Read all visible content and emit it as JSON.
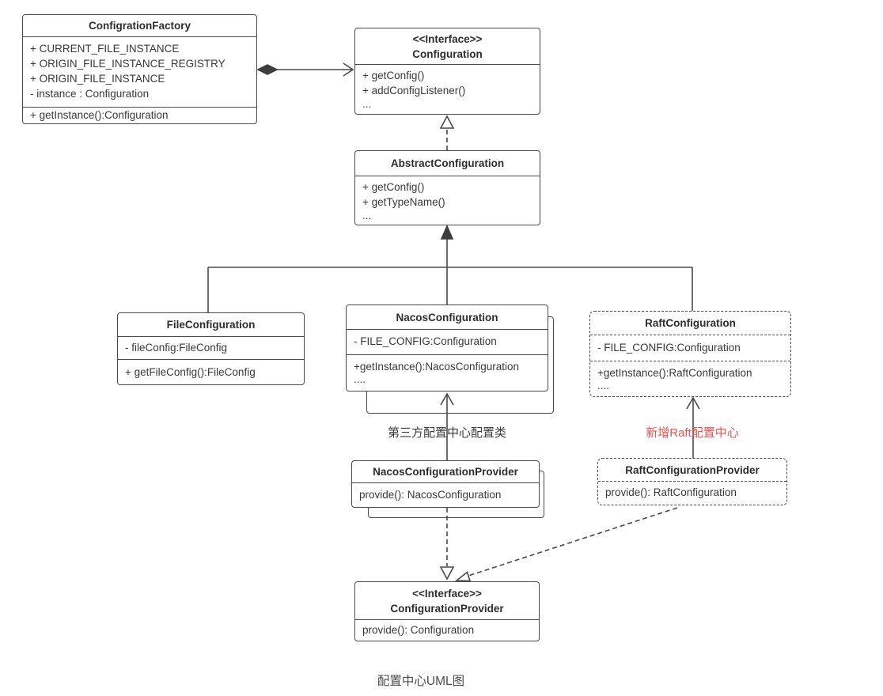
{
  "diagram": {
    "caption": "配置中心UML图",
    "labels": {
      "third_party": "第三方配置中心配置类",
      "raft_new": "新增Raft配置中心"
    },
    "colors": {
      "box_border": "#4a4a4a",
      "text": "#383838",
      "annotation_red": "#ee5350",
      "background": "#ffffff"
    }
  },
  "classes": {
    "configration_factory": {
      "title": "ConfigrationFactory",
      "attributes": [
        "+ CURRENT_FILE_INSTANCE",
        "+ ORIGIN_FILE_INSTANCE_REGISTRY",
        "+ ORIGIN_FILE_INSTANCE",
        "- instance : Configuration"
      ],
      "methods": [
        "+ getInstance():Configuration"
      ]
    },
    "configuration": {
      "stereotype": "<<Interface>>",
      "title": "Configuration",
      "methods": [
        "+ getConfig()",
        "+ addConfigListener()",
        "..."
      ]
    },
    "abstract_configuration": {
      "title": "AbstractConfiguration",
      "methods": [
        "+ getConfig()",
        "+ getTypeName()",
        "..."
      ]
    },
    "file_configuration": {
      "title": "FileConfiguration",
      "attributes": [
        "- fileConfig:FileConfig"
      ],
      "methods": [
        "+ getFileConfig():FileConfig"
      ]
    },
    "nacos_configuration": {
      "title": "NacosConfiguration",
      "attributes": [
        "- FILE_CONFIG:Configuration"
      ],
      "methods": [
        "+getInstance():NacosConfiguration",
        "...."
      ]
    },
    "raft_configuration": {
      "title": "RaftConfiguration",
      "attributes": [
        "- FILE_CONFIG:Configuration"
      ],
      "methods": [
        "+getInstance():RaftConfiguration",
        "...."
      ]
    },
    "nacos_configuration_provider": {
      "title": "NacosConfigurationProvider",
      "methods": [
        "provide(): NacosConfiguration"
      ]
    },
    "raft_configuration_provider": {
      "title": "RaftConfigurationProvider",
      "methods": [
        "provide(): RaftConfiguration"
      ]
    },
    "configuration_provider": {
      "stereotype": "<<Interface>>",
      "title": "ConfigurationProvider",
      "methods": [
        "provide(): Configuration"
      ]
    }
  }
}
